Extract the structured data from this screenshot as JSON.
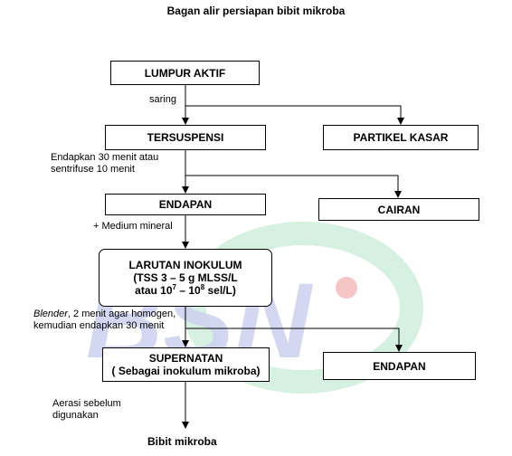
{
  "title": "Bagan alir persiapan bibit mikroba",
  "nodes": {
    "lumpur_aktif": "LUMPUR AKTIF",
    "tersuspensi": "TERSUSPENSI",
    "partikel_kasar": "PARTIKEL KASAR",
    "endapan": "ENDAPAN",
    "cairan": "CAIRAN",
    "larutan_inokulum": {
      "line1": "LARUTAN INOKULUM",
      "line2": "(TSS 3 – 5 g MLSS/L",
      "line3_a": "atau 10",
      "line3_sup1": "7",
      "line3_b": " – 10",
      "line3_sup2": "8",
      "line3_c": " sel/L)"
    },
    "supernatan": {
      "line1": "SUPERNATAN",
      "line2": "( Sebagai inokulum mikroba)"
    },
    "endapan_2": "ENDAPAN",
    "final": "Bibit mikroba"
  },
  "notes": {
    "saring": "saring",
    "endapkan_line1": "Endapkan 30 menit atau",
    "endapkan_line2": "sentrifuse 10 menit",
    "medium": "+ Medium mineral",
    "blender_em": "Blender",
    "blender_rest": ", 2 menit agar homogen,",
    "blender_line2": "kemudian endapkan 30 menit",
    "aerasi_line1": "Aerasi sebelum",
    "aerasi_line2": "digunakan"
  },
  "watermark": {
    "text": "BSN",
    "colors": {
      "blue": "#c8cdee",
      "green": "#cfeedd",
      "pink": "#f6c8c8"
    }
  }
}
